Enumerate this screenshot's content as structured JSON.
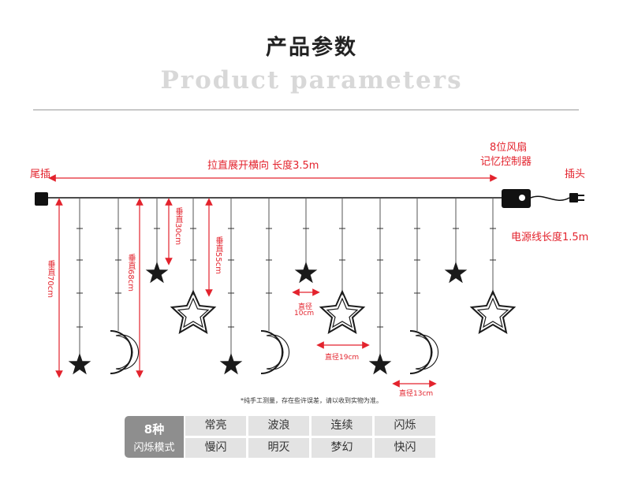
{
  "header": {
    "title": "产品参数",
    "subtitle": "Product parameters"
  },
  "labels": {
    "tail": "尾插",
    "total_length": "拉直展开横向 长度3.5m",
    "controller_line1": "8位风扇",
    "controller_line2": "记忆控制器",
    "plug": "插头",
    "power_cord": "电源线长度1.5m",
    "v70": "垂直70cm",
    "v68": "垂直68cm",
    "v30": "垂直30cm",
    "v55": "垂直55cm",
    "d10_a": "直径",
    "d10_b": "10cm",
    "d19": "直径19cm",
    "d13": "直径13cm"
  },
  "note": "*纯手工测量，存在些许误差，请以收到实物为准。",
  "modes": {
    "count": "8种",
    "title": "闪烁模式",
    "items": [
      "常亮",
      "波浪",
      "连续",
      "闪烁",
      "慢闪",
      "明灭",
      "梦幻",
      "快闪"
    ]
  },
  "colors": {
    "accent": "#e3232d",
    "mode_header_bg": "#8e8e8e",
    "mode_cell_bg": "#e3e3e3"
  }
}
